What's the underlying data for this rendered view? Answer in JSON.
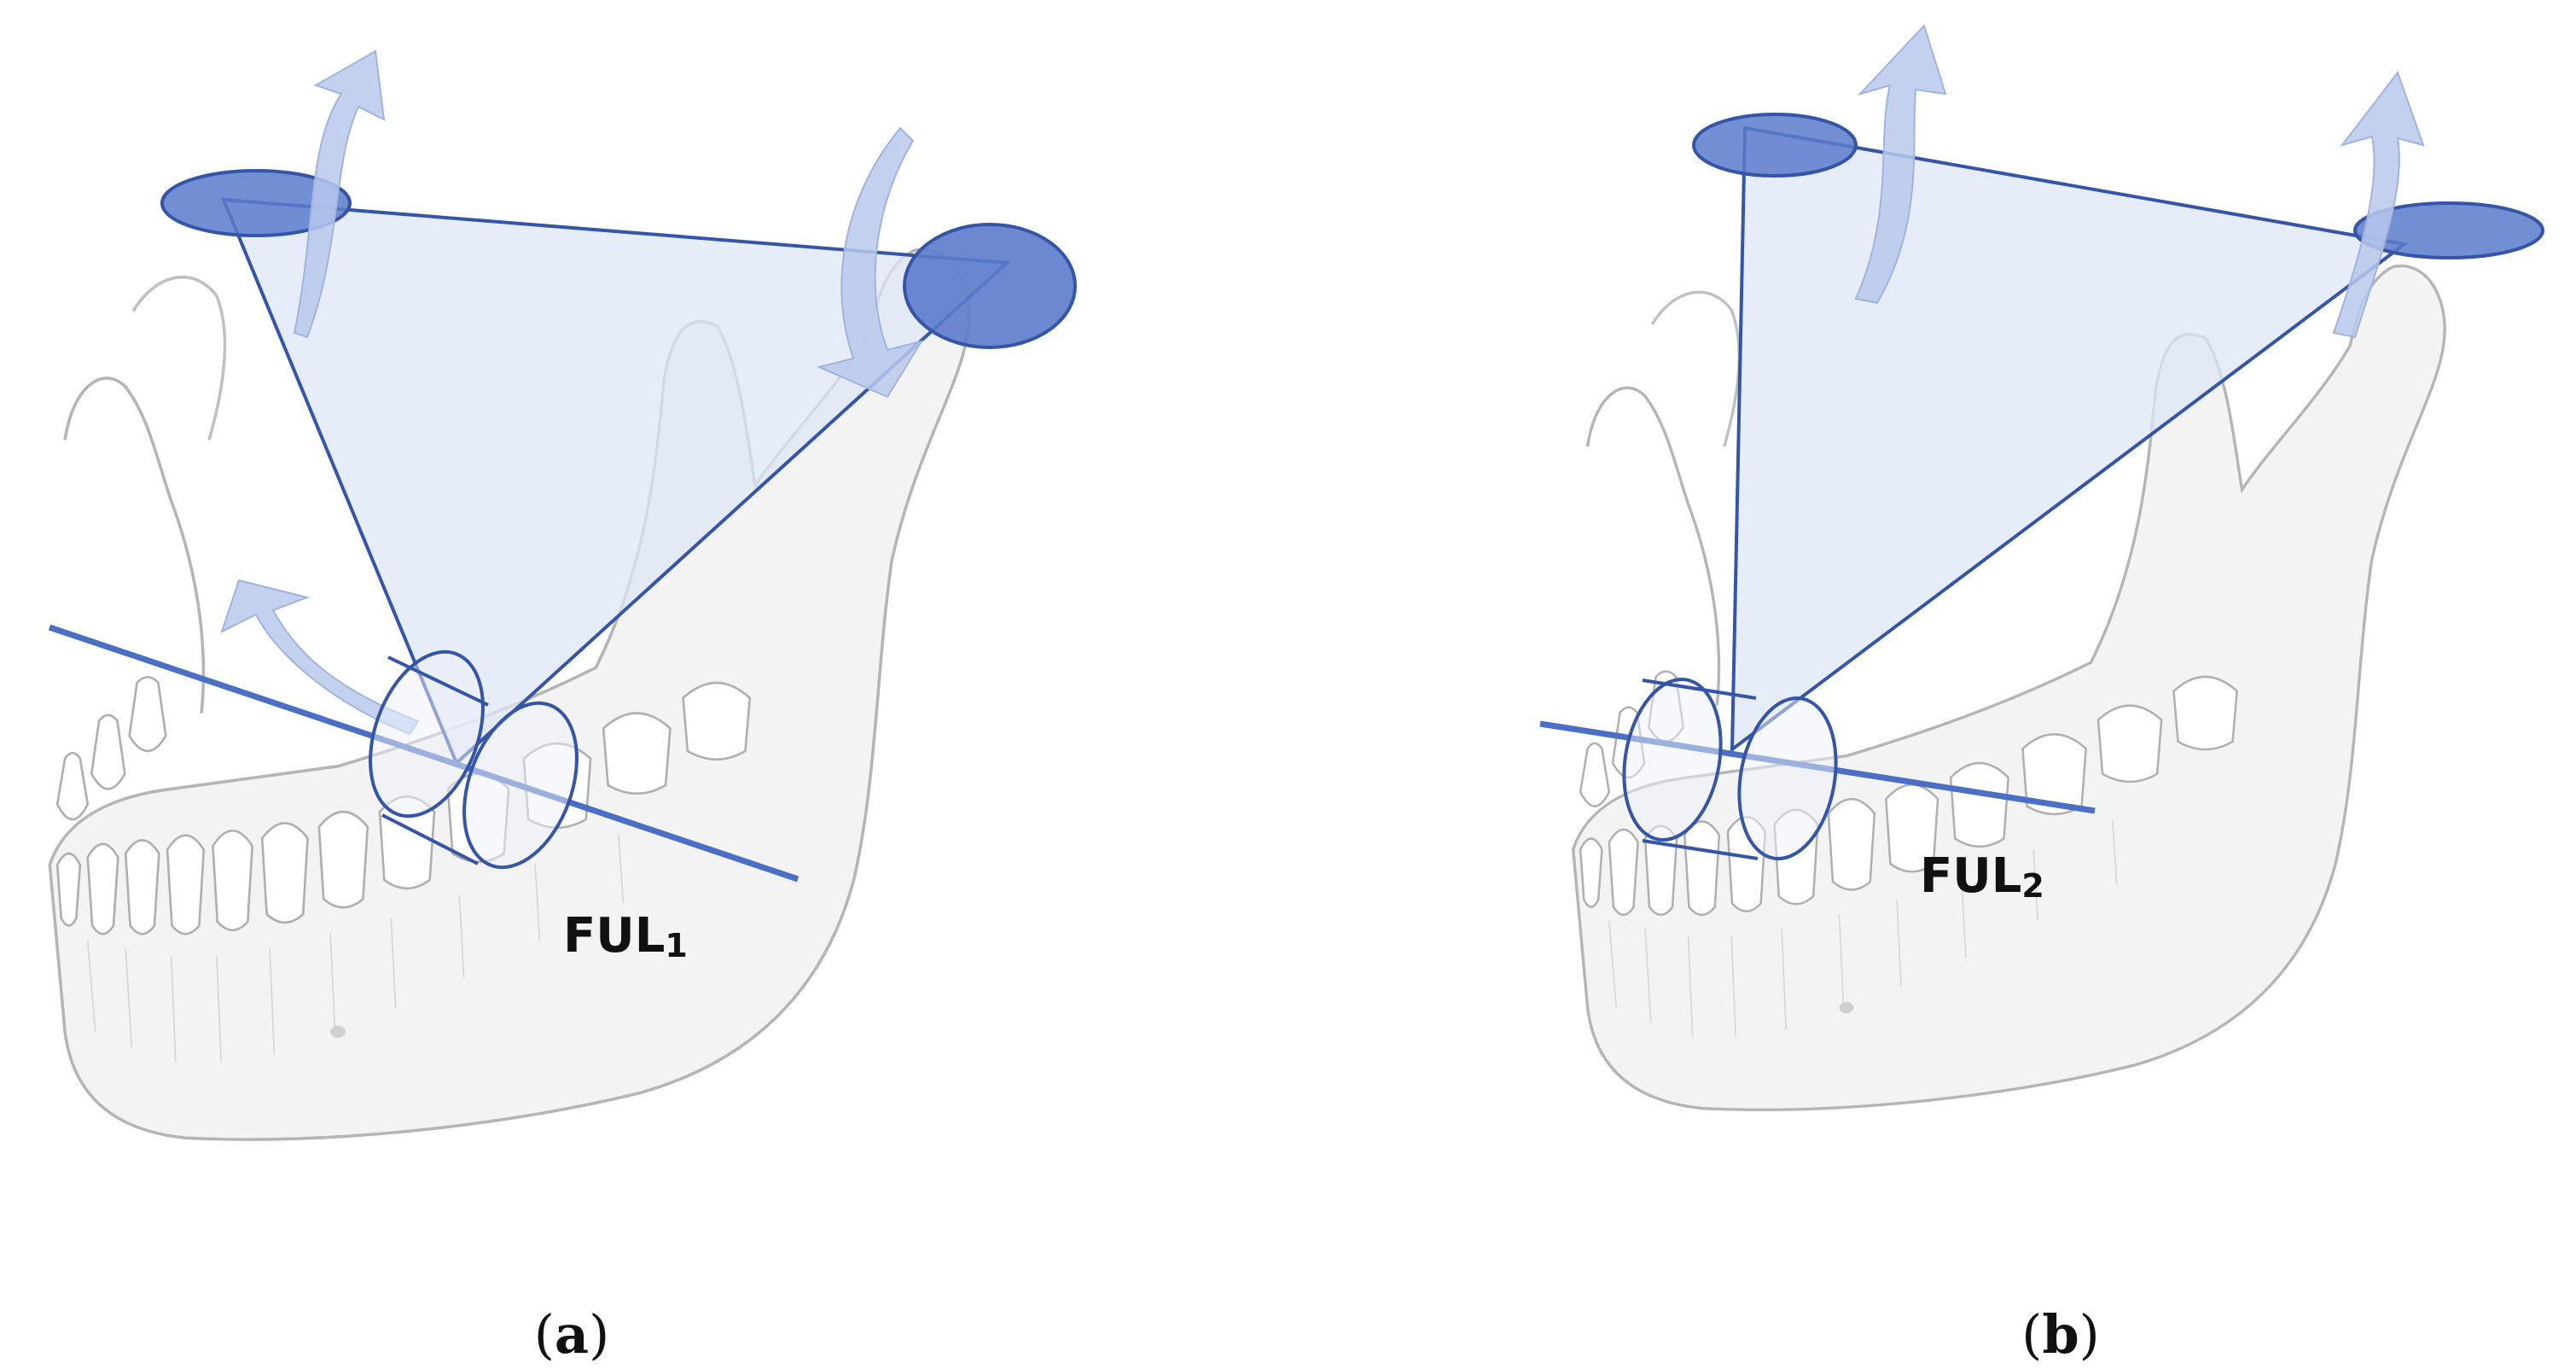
{
  "panels": [
    {
      "id": "a",
      "axis_label": "FUL",
      "axis_sub": "1",
      "caption_open": "(",
      "caption_letter": "a",
      "caption_close": ")"
    },
    {
      "id": "b",
      "axis_label": "FUL",
      "axis_sub": "2",
      "caption_open": "(",
      "caption_letter": "b",
      "caption_close": ")"
    }
  ],
  "colors": {
    "accent": "#4a6fc4",
    "line": "#3555a8",
    "triangle_fill": "#dfe6f7",
    "disc_fill": "#5b7bcc",
    "arrow_fill": "#b8c9ec",
    "bone_outline": "#b5b5b5",
    "bone_fill": "#f3f3f3"
  }
}
